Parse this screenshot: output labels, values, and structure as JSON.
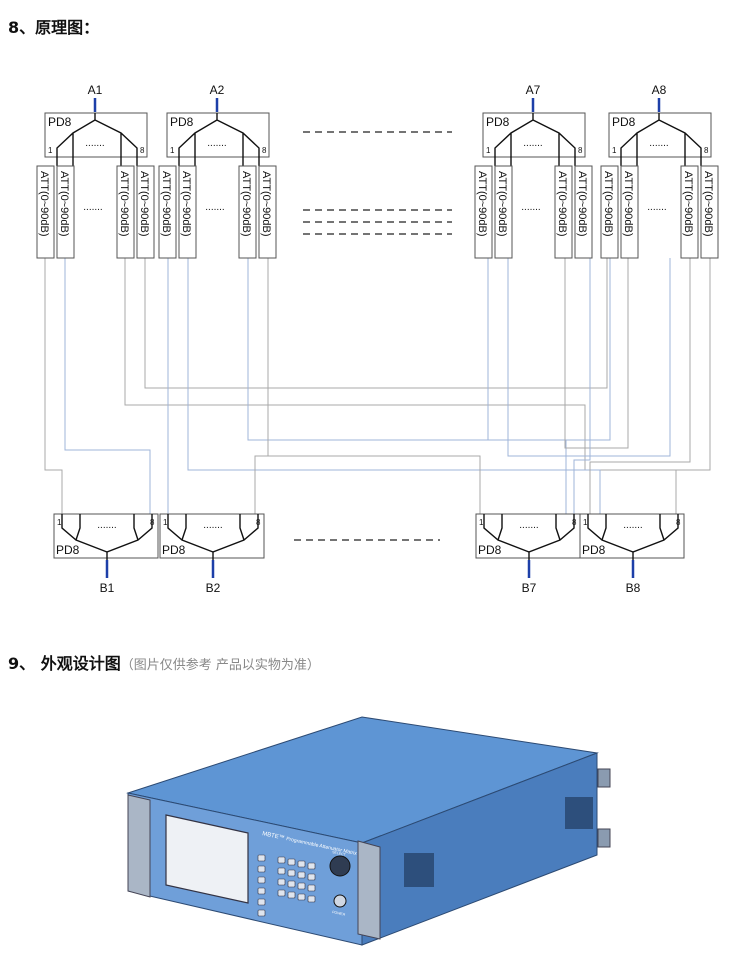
{
  "section8": {
    "title": "8、原理图："
  },
  "section9": {
    "title": "9、 外观设计图",
    "note": "（图片仅供参考  产品以实物为准）"
  },
  "diagram": {
    "top_ports": [
      "A1",
      "A2",
      "A7",
      "A8"
    ],
    "bottom_ports": [
      "B1",
      "B2",
      "B7",
      "B8"
    ],
    "splitter_label": "PD8",
    "port_first": "1",
    "port_last": "8",
    "attenuator_label": "ATT(0~90dB)",
    "ellipsis": "......."
  },
  "device": {
    "brand": "MBTE™",
    "product": "Programmable Attenuator Matrix",
    "power_label": "POWER",
    "knob_label": "SELECT"
  },
  "colors": {
    "wire_blue": "#9fb4d8",
    "wire_gray": "#a9a9a9",
    "chassis": "#5b8fcf"
  }
}
